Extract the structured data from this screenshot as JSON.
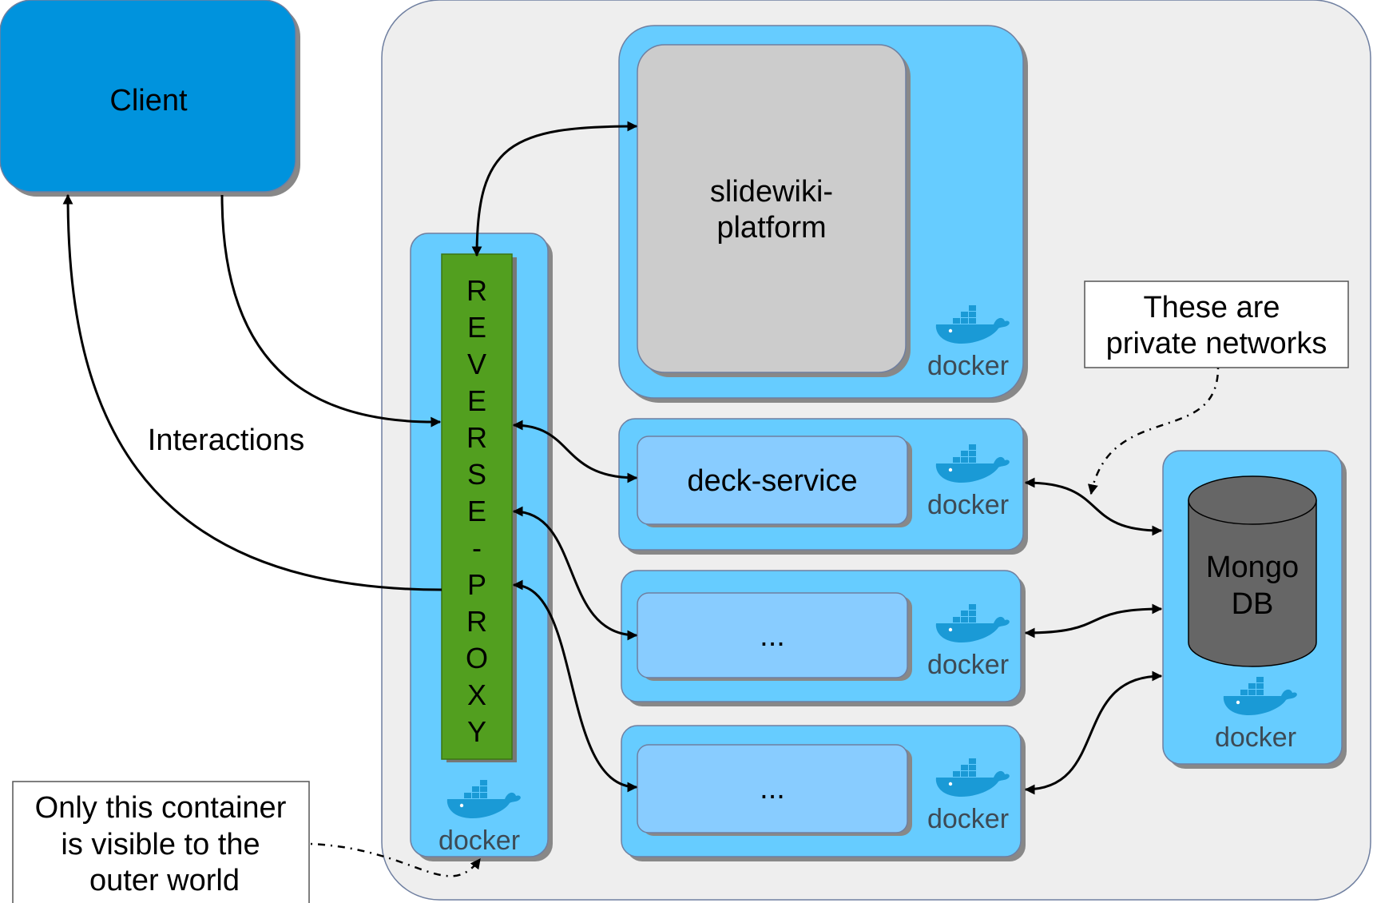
{
  "client": {
    "label": "Client"
  },
  "platform": {
    "line1": "slidewiki-",
    "line2": "platform"
  },
  "reverse_proxy": {
    "letters": [
      "R",
      "E",
      "V",
      "E",
      "R",
      "S",
      "E",
      "-",
      "P",
      "R",
      "O",
      "X",
      "Y"
    ]
  },
  "services": [
    {
      "label": "deck-service"
    },
    {
      "label": "..."
    },
    {
      "label": "..."
    }
  ],
  "mongo": {
    "line1": "Mongo",
    "line2": "DB"
  },
  "edge_label": "Interactions",
  "notes": {
    "private": {
      "line1": "These are",
      "line2": "private networks"
    },
    "visible": {
      "line1": "Only this container",
      "line2": "is visible to the",
      "line3": "outer world"
    }
  },
  "docker_logo_text": "docker",
  "colors": {
    "client_fill": "#0093dd",
    "docker_box": "#66ccff",
    "service_inner": "#88ccff",
    "platform_inner": "#cccccc",
    "proxy_fill": "#529f1f",
    "mongo_fill": "#666666",
    "outer_fill": "#eeeeee",
    "shadow": "#888888",
    "whale": "#1a9ad6"
  }
}
